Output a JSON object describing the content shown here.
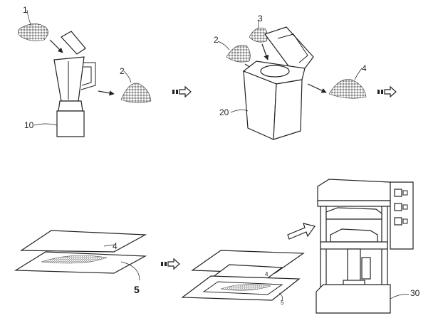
{
  "labels": {
    "granules_raw": "1",
    "crushed_a": "2",
    "crushed_b": "2",
    "additive": "3",
    "mixture": "4",
    "mixture_on_sheet": "4",
    "mixture_on_sheet_b": "4",
    "sheet_layer": "5",
    "sheet_layer_b": "5",
    "blender": "10",
    "mixer": "20",
    "press": "30"
  },
  "colors": {
    "ink": "#222222",
    "paper": "#ffffff"
  },
  "icons": [
    "right-arrow-icon",
    "outline-arrow-icon"
  ]
}
